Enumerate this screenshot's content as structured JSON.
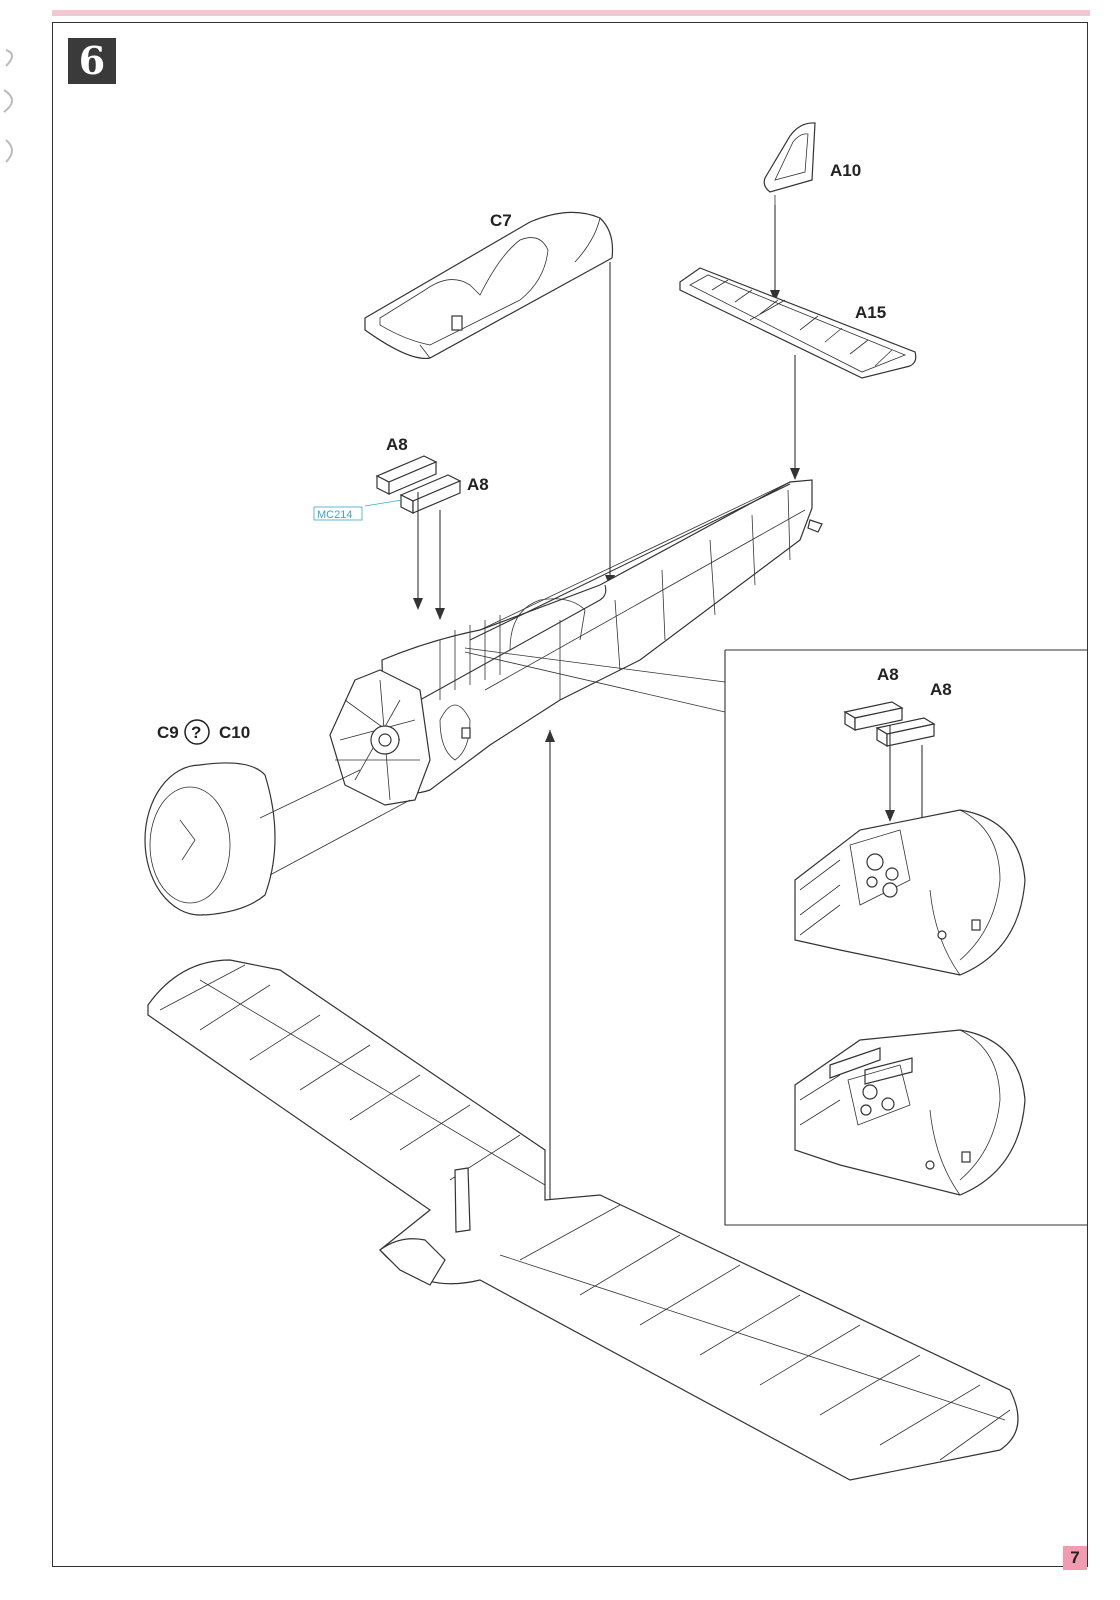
{
  "step": {
    "number": "6"
  },
  "page": {
    "number": "7"
  },
  "parts": {
    "c7": "C7",
    "a10": "A10",
    "a15": "A15",
    "a8_top_1": "A8",
    "a8_top_2": "A8",
    "mc214": "MC214",
    "c9": "C9",
    "option_symbol": "?",
    "c10": "C10",
    "a8_inset_1": "A8",
    "a8_inset_2": "A8"
  },
  "colors": {
    "page_bar": "#f4c6d2",
    "page_number_bg": "#f29ab0",
    "reference_blue": "#3aa6cc",
    "step_box": "#3a3a3a"
  }
}
